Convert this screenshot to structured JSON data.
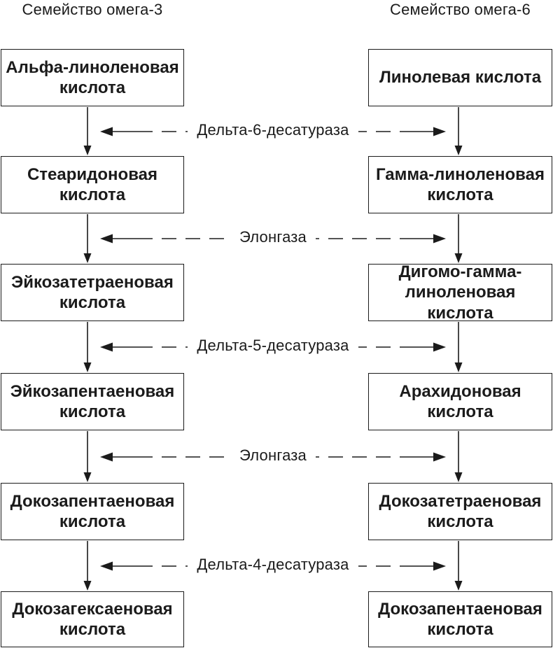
{
  "diagram": {
    "title_left": "Семейство омега-3",
    "title_right": "Семейство омега-6",
    "left_column": {
      "header": "Семейство омега-3",
      "boxes": [
        "Альфа-линоленовая кислота",
        "Стеаридоновая кислота",
        "Эйкозатетраеновая кислота",
        "Эйкозапентаеновая кислота",
        "Докозапентаеновая кислота",
        "Докозагексаеновая кислота"
      ]
    },
    "right_column": {
      "header": "Семейство омега-6",
      "boxes": [
        "Линолевая кислота",
        "Гамма-линоленовая кислота",
        "Дигомо-гамма-линоленовая кислота",
        "Арахидоновая кислота",
        "Докозатетраеновая кислота",
        "Докозапентаеновая кислота"
      ]
    },
    "enzymes": [
      "Дельта-6-десатураза",
      "Элонгаза",
      "Дельта-5-десатураза",
      "Элонгаза",
      "Дельта-4-десатураза"
    ],
    "colors": {
      "line": "#1b1b1b",
      "text": "#1b1b1b",
      "background": "#ffffff",
      "box_background": "#ffffff"
    }
  }
}
